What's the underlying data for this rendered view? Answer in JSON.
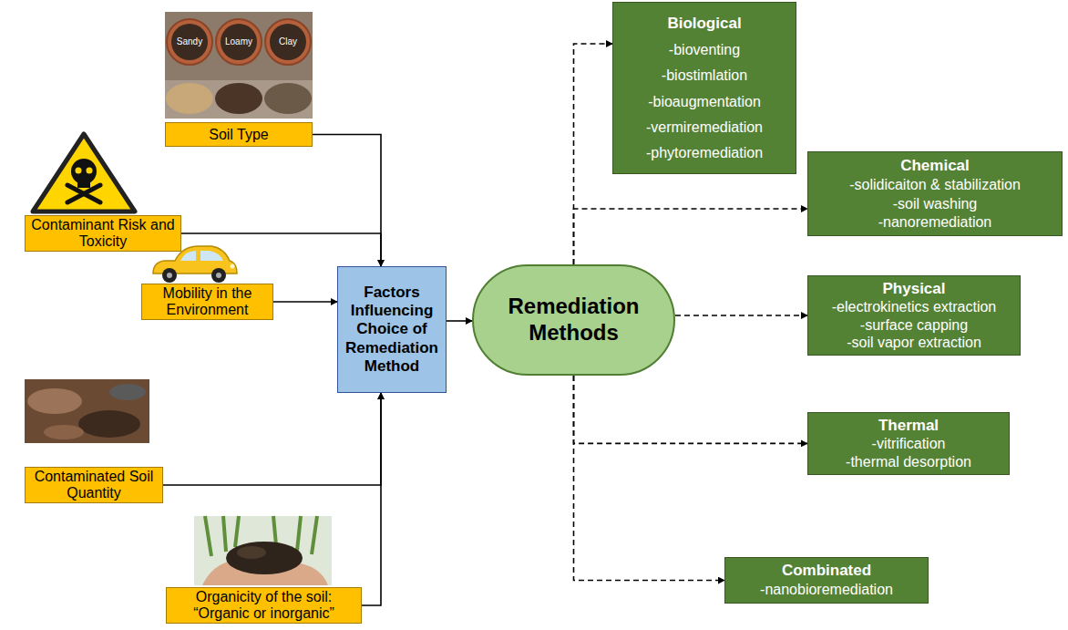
{
  "diagram": {
    "nodes": [
      {
        "text": [
          "Soil Type"
        ]
      },
      {
        "text": [
          "Contaminant Risk and Toxicity"
        ]
      },
      {
        "text": [
          "Mobility in the Environment"
        ]
      },
      {
        "text": [
          "Contaminated Soil Quantity"
        ]
      },
      {
        "text": [
          "Organicity of the soil: “Organic or inorganic”"
        ]
      },
      {
        "text": [
          "Factors Influencing Choice of Remediation Method"
        ]
      },
      {
        "text": [
          "Remediation Methods"
        ]
      },
      {
        "text": [
          "Biological",
          "-bioventing",
          "-biostimlation",
          "-bioaugmentation",
          "-vermiremediation",
          "-phytoremediation"
        ]
      },
      {
        "text": [
          "Chemical",
          "-solidicaiton & stabilization",
          "-soil washing",
          "-nanoremediation"
        ]
      },
      {
        "text": [
          "Physical",
          "-electrokinetics extraction",
          "-surface capping",
          "-soil vapor extraction"
        ]
      },
      {
        "text": [
          "Thermal",
          "-vitrification",
          "-thermal desorption"
        ]
      },
      {
        "text": [
          "Combinated",
          "-nanobioremediation"
        ]
      }
    ],
    "edges": [
      {
        "from": 0,
        "to": 5,
        "arrow": "to"
      },
      {
        "from": 1,
        "to": 5,
        "arrow": "to"
      },
      {
        "from": 2,
        "to": 5,
        "arrow": "to"
      },
      {
        "from": 3,
        "to": 5,
        "arrow": "to"
      },
      {
        "from": 4,
        "to": 5,
        "arrow": "to"
      },
      {
        "from": 5,
        "to": 6,
        "arrow": "to"
      },
      {
        "from": 6,
        "to": 7,
        "arrow": "to"
      },
      {
        "from": 6,
        "to": 8,
        "arrow": "to"
      },
      {
        "from": 6,
        "to": 9,
        "arrow": "to"
      },
      {
        "from": 6,
        "to": 10,
        "arrow": "to"
      },
      {
        "from": 6,
        "to": 11,
        "arrow": "to"
      }
    ],
    "labels": [
      "Sandy",
      "Loamy",
      "Clay"
    ]
  }
}
